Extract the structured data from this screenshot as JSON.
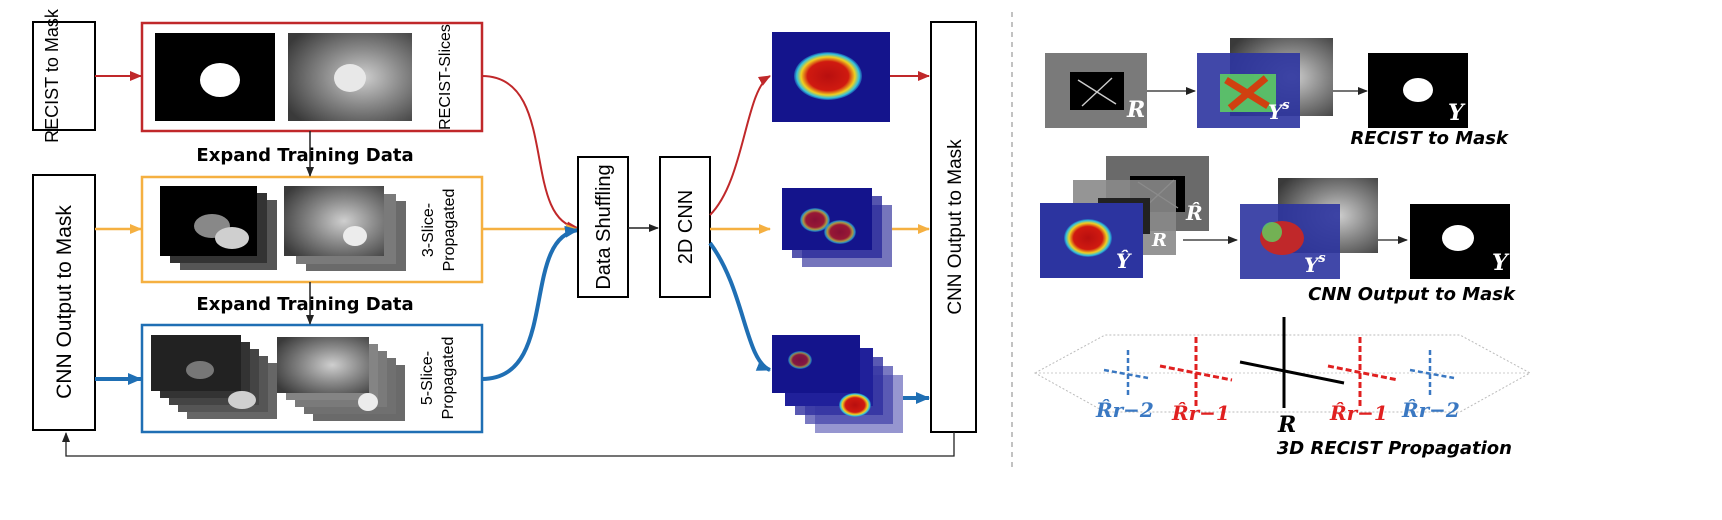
{
  "colors": {
    "red": "#c0282a",
    "orange": "#f5b041",
    "blue": "#1f6fb4",
    "navy": "#14148c",
    "heat_red": "#b80f0f",
    "green_overlay": "#5fd35f"
  },
  "left_panel": {
    "recist_to_mask_box": "RECIST to Mask",
    "cnn_output_to_mask_box": "CNN Output to Mask",
    "recist_slices_label": "RECIST-Slices",
    "three_slice_label_line1": "3-Slice-",
    "three_slice_label_line2": "Propagated",
    "five_slice_label_line1": "5-Slice-",
    "five_slice_label_line2": "Propagated",
    "expand_training_data_1": "Expand Training Data",
    "expand_training_data_2": "Expand Training Data",
    "data_shuffling": "Data Shuffling",
    "cnn_2d": "2D CNN",
    "cnn_output_to_mask_tall": "CNN Output to Mask"
  },
  "right_panel": {
    "recist_caption": "RECIST to Mask",
    "cnn_caption": "CNN Output to Mask",
    "propagation_caption": "3D RECIST Propagation",
    "symbol_R": "R",
    "symbol_Ys": "Ys",
    "symbol_Y": "Y",
    "symbol_Rhat": "R̂",
    "symbol_Yhat": "Ŷ",
    "symbol_Rr2_left": "R̂r−2",
    "symbol_Rr1_left": "R̂r−1",
    "symbol_R_center": "R",
    "symbol_Rr1_right": "R̂r−1",
    "symbol_Rr2_right": "R̂r−2"
  }
}
